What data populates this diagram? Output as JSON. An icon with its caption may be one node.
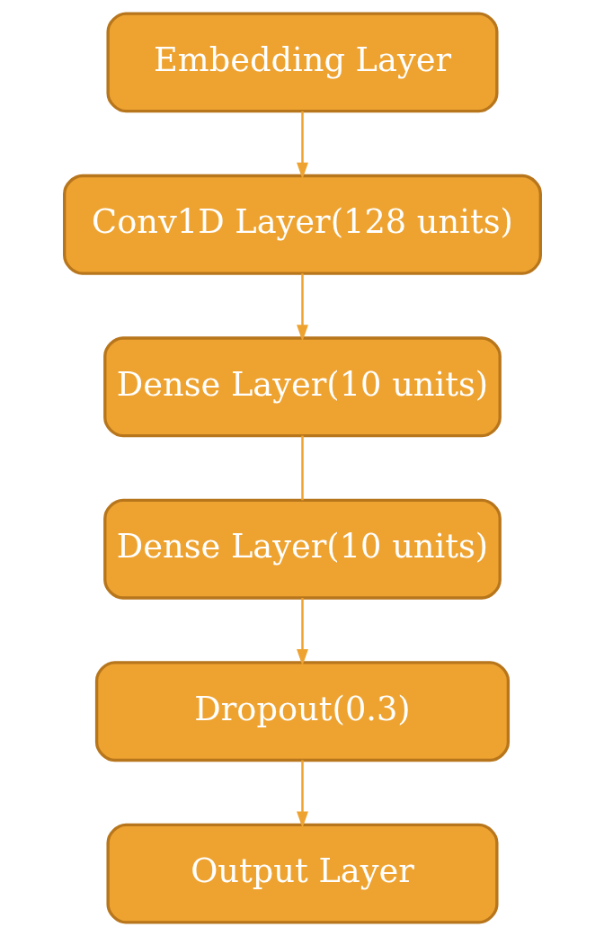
{
  "diagram": {
    "nodes": [
      {
        "text": [
          "Embedding Layer"
        ]
      },
      {
        "text": [
          "Conv1D Layer(128 units)"
        ]
      },
      {
        "text": [
          "Dense Layer(10 units)"
        ]
      },
      {
        "text": [
          "Dense Layer(10 units)"
        ]
      },
      {
        "text": [
          "Dropout(0.3)"
        ]
      },
      {
        "text": [
          "Output Layer"
        ]
      }
    ],
    "edges": [
      {
        "from": 0,
        "to": 1,
        "arrow": "to"
      },
      {
        "from": 1,
        "to": 2,
        "arrow": "to"
      },
      {
        "from": 2,
        "to": 3,
        "arrow": "none"
      },
      {
        "from": 3,
        "to": 4,
        "arrow": "to"
      },
      {
        "from": 4,
        "to": 5,
        "arrow": "to"
      }
    ]
  }
}
